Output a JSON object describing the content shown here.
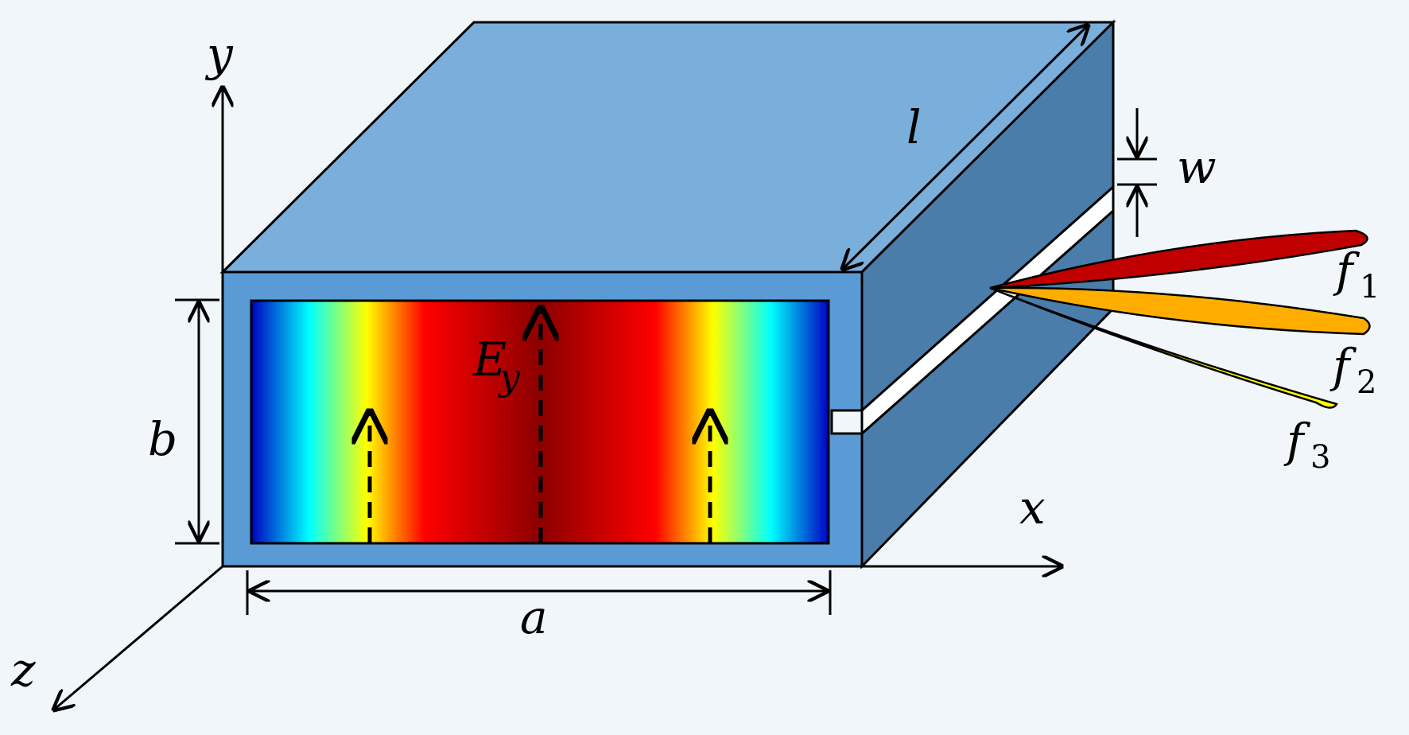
{
  "labels": {
    "y_axis": "y",
    "x_axis": "x",
    "z_axis": "z",
    "length": "l",
    "slot_width": "w",
    "height": "b",
    "width": "a",
    "field": "E",
    "field_sub": "y",
    "f1": "f",
    "f1_sub": "1",
    "f2": "f",
    "f2_sub": "2",
    "f3": "f",
    "f3_sub": "3"
  },
  "colors": {
    "box_top": "#7aaedb",
    "box_side": "#4b7dab",
    "box_front": "#5b9bd5",
    "beam_f1": "#c00000",
    "beam_f2": "#ffae00",
    "beam_f3": "#ffff00",
    "field_map": [
      "#0000c0",
      "#00ffff",
      "#ffff00",
      "#ff0000",
      "#8b0000",
      "#ff0000",
      "#ffff00",
      "#00ffff",
      "#0000c0"
    ]
  }
}
